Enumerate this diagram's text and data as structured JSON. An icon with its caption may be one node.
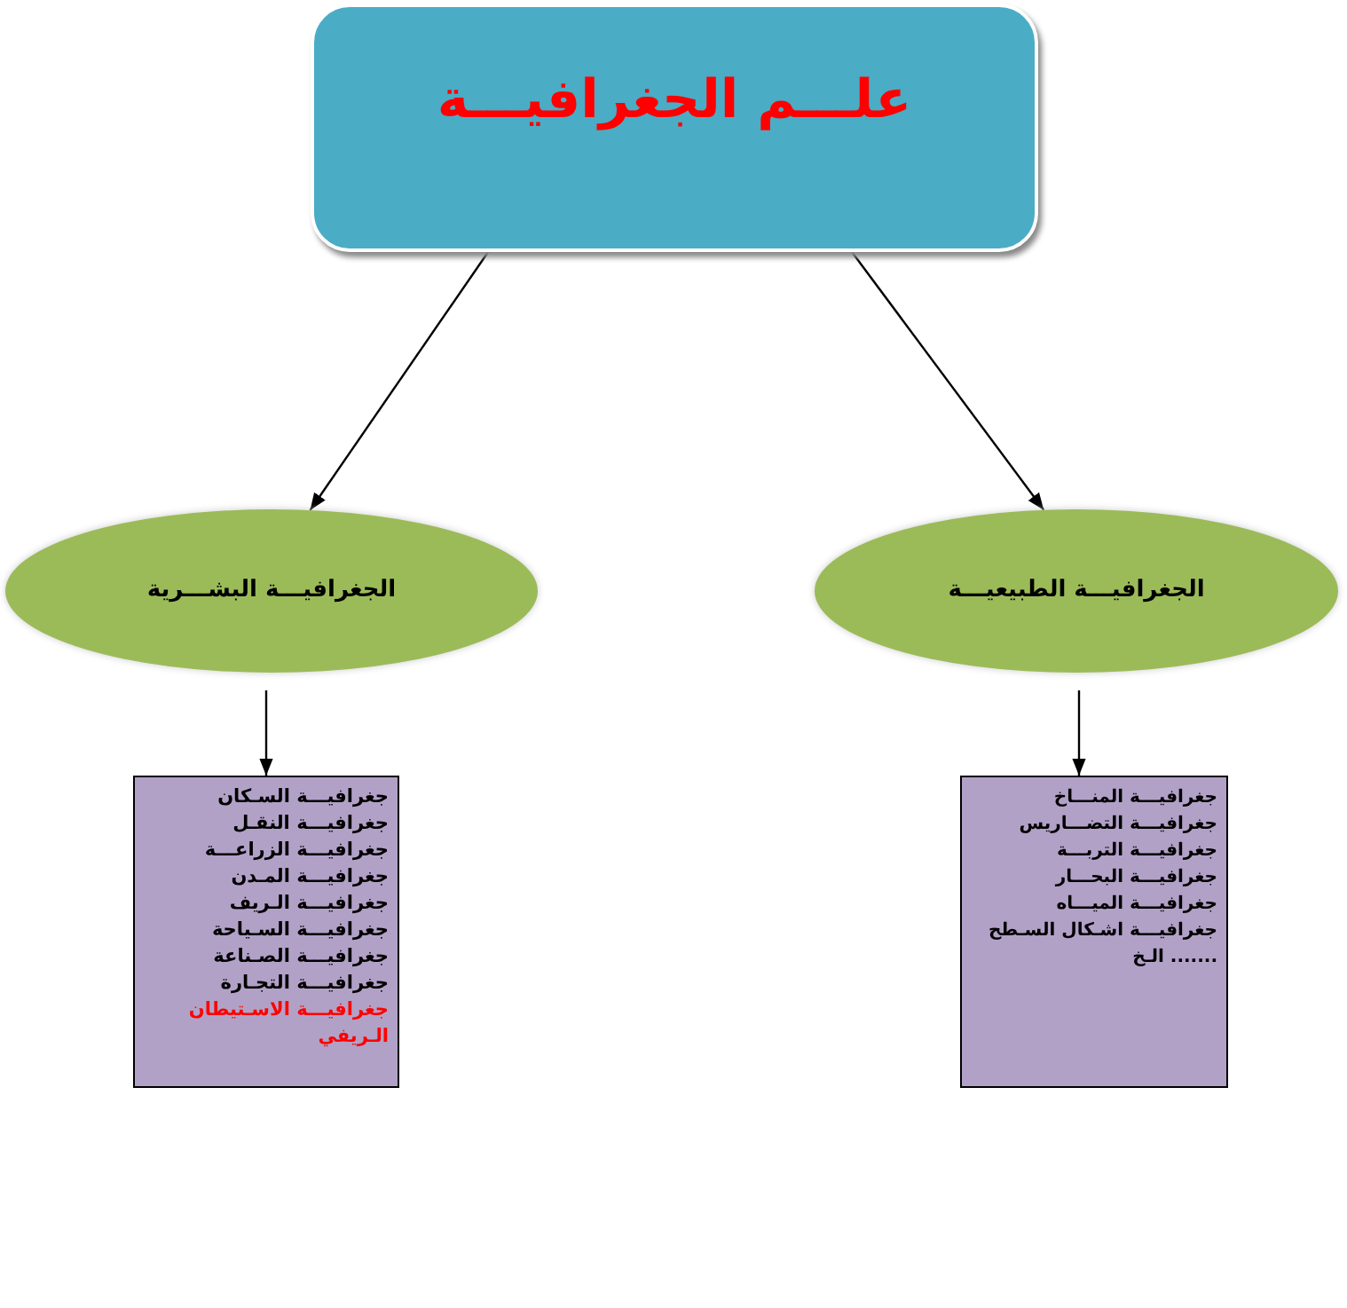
{
  "diagram": {
    "nodes": [
      {
        "text": [
          "علـــم الجغرافيـــة"
        ]
      },
      {
        "text": [
          "الجغرافيـــة البشـــرية"
        ]
      },
      {
        "text": [
          "الجغرافيـــة الطبيعيـــة"
        ]
      },
      {
        "text": [
          "جغرافيـــة السـكان",
          "جغرافيـــة النقـل",
          "جغرافيـــة الزراعـــة",
          "جغرافيـــة المـدن",
          "جغرافيـــة الـريف",
          "جغرافيـــة السـياحة",
          "جغرافيـــة الصـناعة",
          "جغرافيـــة التجـارة",
          "جغرافيـــة الاسـتيطان الـريفي"
        ]
      },
      {
        "text": [
          "جغرافيـــة المنـــاخ",
          "جغرافيـــة التضـــاريس",
          "جغرافيـــة التربـــة",
          "جغرافيـــة البحـــار",
          "جغرافيـــة الميـــاه",
          "جغرافيـــة اشـكال السـطح",
          "....... الـخ"
        ]
      }
    ],
    "edges": [
      {
        "from": 0,
        "to": 1,
        "arrow": "to"
      },
      {
        "from": 0,
        "to": 2,
        "arrow": "to"
      },
      {
        "from": 1,
        "to": 3,
        "arrow": "to"
      },
      {
        "from": 2,
        "to": 4,
        "arrow": "to"
      }
    ]
  }
}
